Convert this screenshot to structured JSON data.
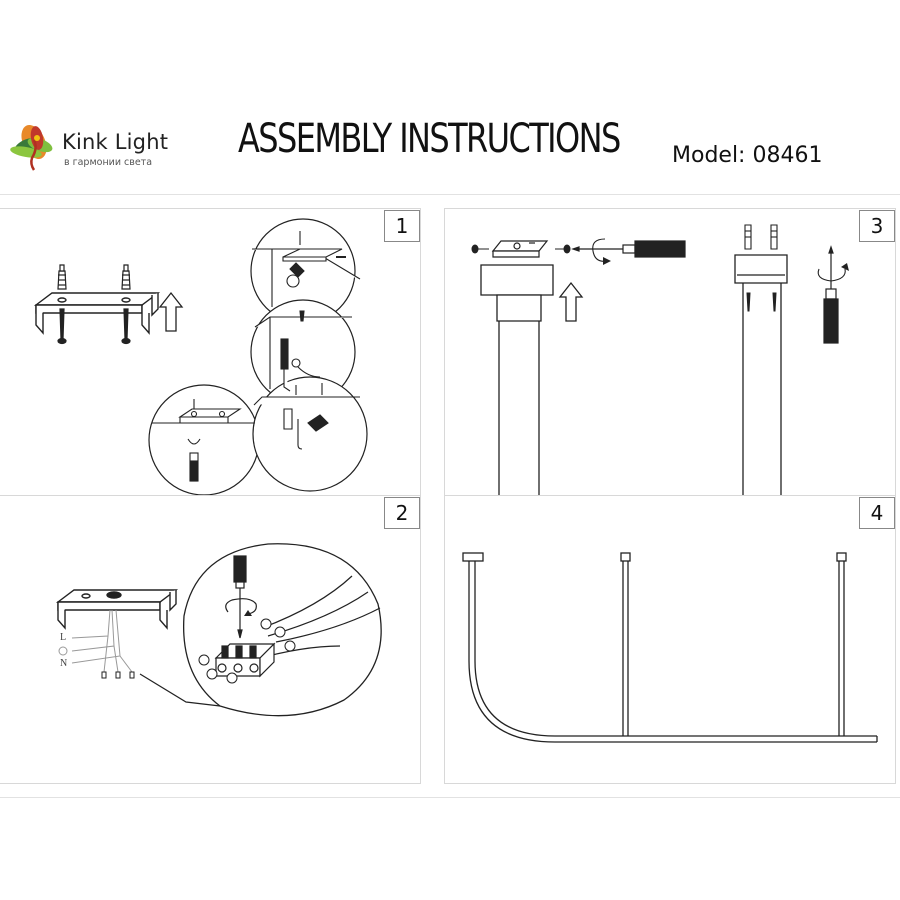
{
  "header": {
    "brand": "Kink Light",
    "tagline": "в гармонии света",
    "title": "ASSEMBLY INSTRUCTIONS",
    "model": "Model: 08461"
  },
  "steps": [
    {
      "number": "1"
    },
    {
      "number": "2"
    },
    {
      "number": "3"
    },
    {
      "number": "4"
    }
  ],
  "wiring": {
    "labels": [
      "L",
      "N"
    ]
  }
}
